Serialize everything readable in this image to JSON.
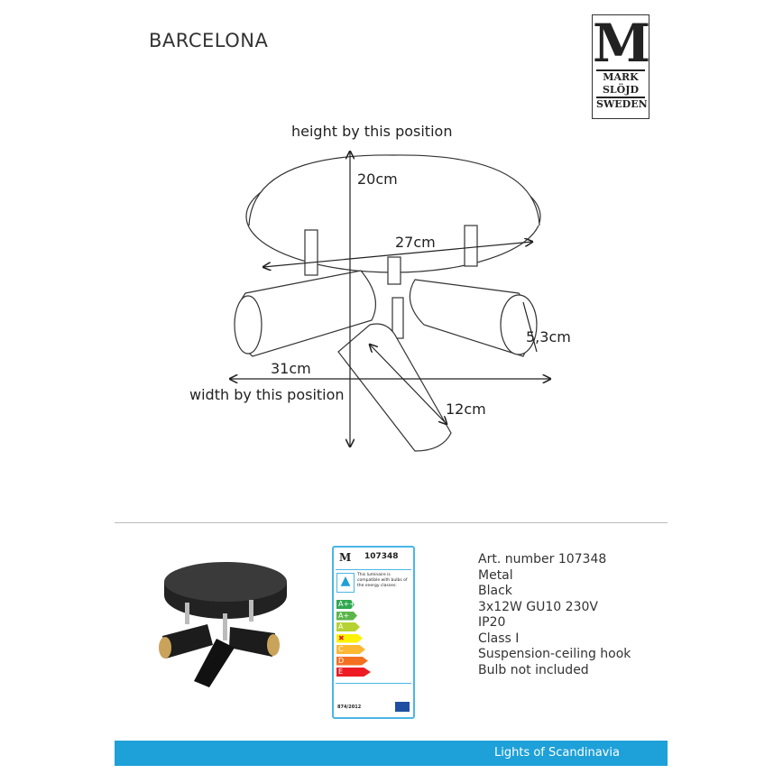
{
  "title": "BARCELONA",
  "logo": {
    "letter": "M",
    "line1": "MARK",
    "line2": "SLÖJD",
    "line3": "SWEDEN"
  },
  "diagram": {
    "height_note": "height by this position",
    "height": "20cm",
    "diameter": "27cm",
    "width": "31cm",
    "width_note": "width by this position",
    "spot_diameter": "5,3cm",
    "spot_length": "12cm"
  },
  "energy_label": {
    "number": "107348",
    "text": "This luminaire is compatible with bulbs of the energy classes:",
    "classes": [
      {
        "label": "A++",
        "color": "#2fa84f"
      },
      {
        "label": "A+",
        "color": "#5bb64a"
      },
      {
        "label": "A",
        "color": "#b6d232"
      },
      {
        "label": "B",
        "color": "#fff200",
        "excluded": true
      },
      {
        "label": "C",
        "color": "#fbb832"
      },
      {
        "label": "D",
        "color": "#f37021"
      },
      {
        "label": "E",
        "color": "#ed1c24"
      }
    ],
    "regulation": "874/2012"
  },
  "specs": [
    "Art. number 107348",
    "Metal",
    "Black",
    "3x12W GU10 230V",
    "IP20",
    "Class I",
    "Suspension-ceiling hook",
    "Bulb not included"
  ],
  "footer": {
    "text": "Lights of Scandinavia",
    "color": "#1ea0d8"
  }
}
